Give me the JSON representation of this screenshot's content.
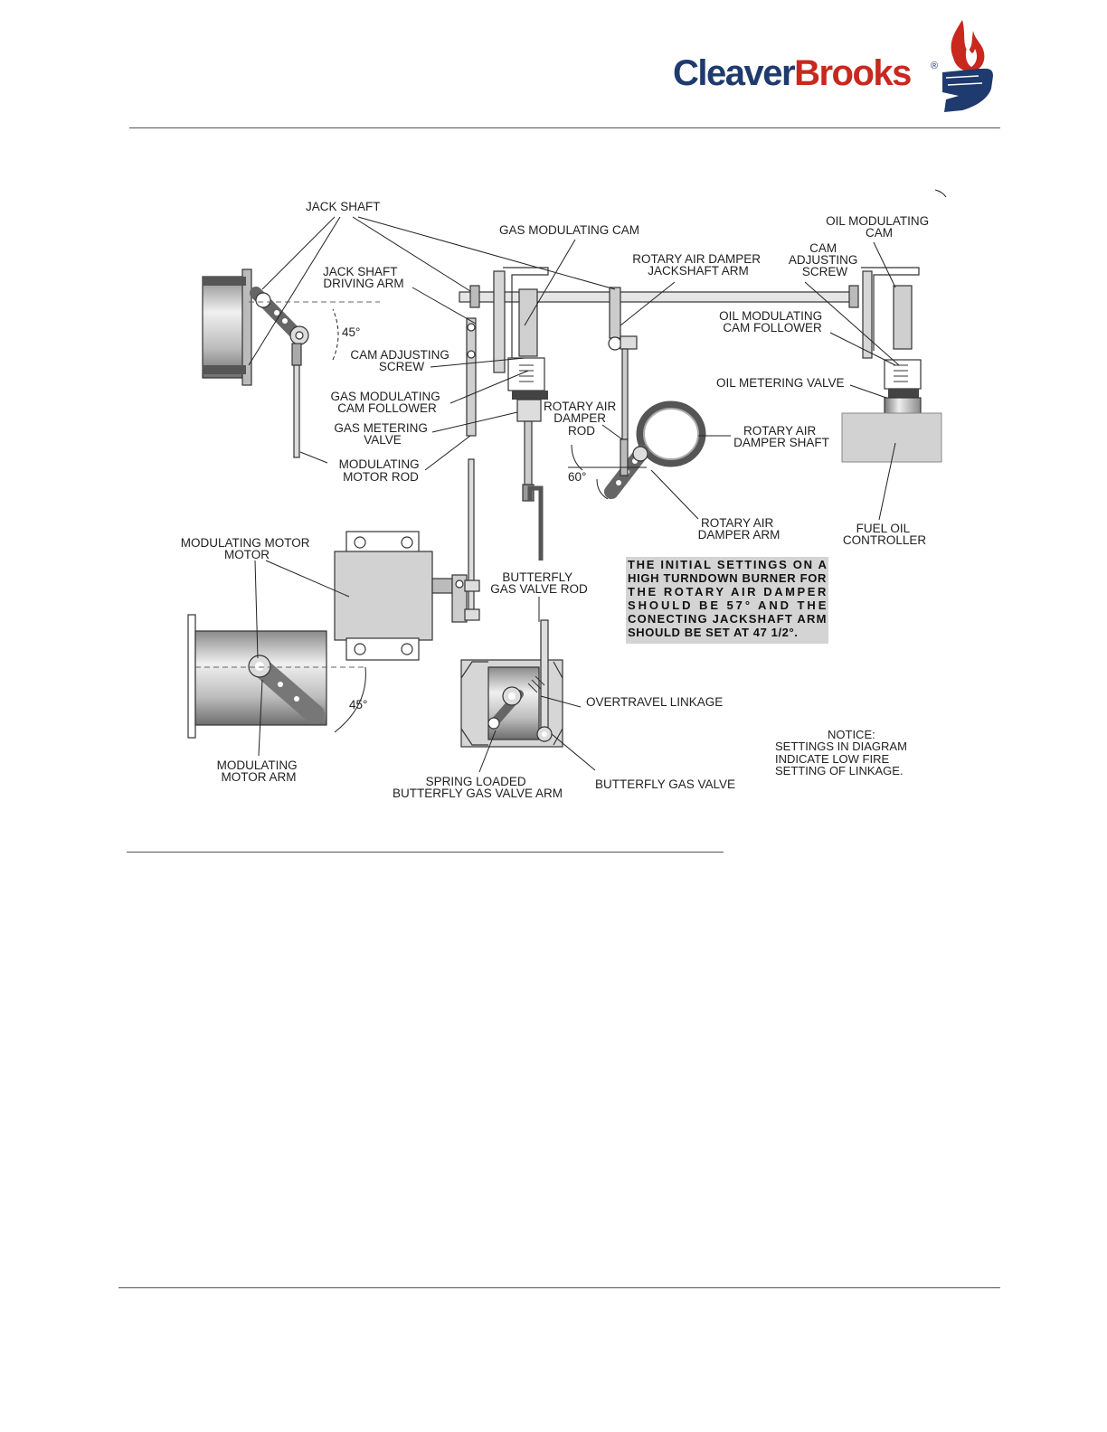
{
  "brand": {
    "name": "CleaverBrooks",
    "registered": "®",
    "color_blue": "#1f3a6e",
    "color_red": "#c8281e"
  },
  "diagram": {
    "labels": {
      "jack_shaft": "JACK SHAFT",
      "gas_modulating_cam": "GAS MODULATING CAM",
      "oil_modulating_cam": [
        "OIL MODULATING",
        "CAM"
      ],
      "rotary_air_damper_jackshaft_arm": [
        "ROTARY AIR DAMPER",
        "JACKSHAFT ARM"
      ],
      "cam_adjusting_screw_right": [
        "CAM",
        "ADJUSTING",
        "SCREW"
      ],
      "jack_shaft_driving_arm": [
        "JACK SHAFT",
        "DRIVING ARM"
      ],
      "oil_modulating_cam_follower": [
        "OIL MODULATING",
        "CAM FOLLOWER"
      ],
      "angle_jackshaft": "45°",
      "cam_adjusting_screw_left": [
        "CAM ADJUSTING",
        "SCREW"
      ],
      "oil_metering_valve": "OIL METERING VALVE",
      "gas_modulating_cam_follower": [
        "GAS MODULATING",
        "CAM FOLLOWER"
      ],
      "rotary_air_damper_rod": [
        "ROTARY AIR",
        "DAMPER",
        "ROD"
      ],
      "gas_metering_valve": [
        "GAS METERING",
        "VALVE"
      ],
      "rotary_air_damper_shaft": [
        "ROTARY AIR",
        "DAMPER SHAFT"
      ],
      "modulating_motor_rod": [
        "MODULATING",
        "MOTOR ROD"
      ],
      "angle_damper": "60°",
      "rotary_air_damper_arm": [
        "ROTARY AIR",
        "DAMPER ARM"
      ],
      "fuel_oil_controller": [
        "FUEL OIL",
        "CONTROLLER"
      ],
      "modulating_motor": [
        "MODULATING MOTOR",
        "MOTOR"
      ],
      "butterfly_gas_valve_rod": [
        "BUTTERFLY",
        "GAS VALVE ROD"
      ],
      "angle_motor": "45°",
      "overtravel_linkage": "OVERTRAVEL LINKAGE",
      "modulating_motor_arm": [
        "MODULATING",
        "MOTOR ARM"
      ],
      "spring_loaded_butterfly_arm": [
        "SPRING LOADED",
        "BUTTERFLY GAS VALVE ARM"
      ],
      "butterfly_gas_valve": "BUTTERFLY GAS VALVE"
    },
    "callout": [
      "THE INITIAL SETTINGS ON A",
      "HIGH TURNDOWN BURNER FOR",
      "THE ROTARY AIR DAMPER",
      "SHOULD BE 57° AND THE",
      "CONECTING JACKSHAFT ARM",
      "SHOULD BE SET AT 47 1/2°."
    ],
    "notice": [
      "NOTICE:",
      "SETTINGS IN DIAGRAM",
      "INDICATE LOW FIRE",
      "SETTING OF LINKAGE."
    ]
  }
}
